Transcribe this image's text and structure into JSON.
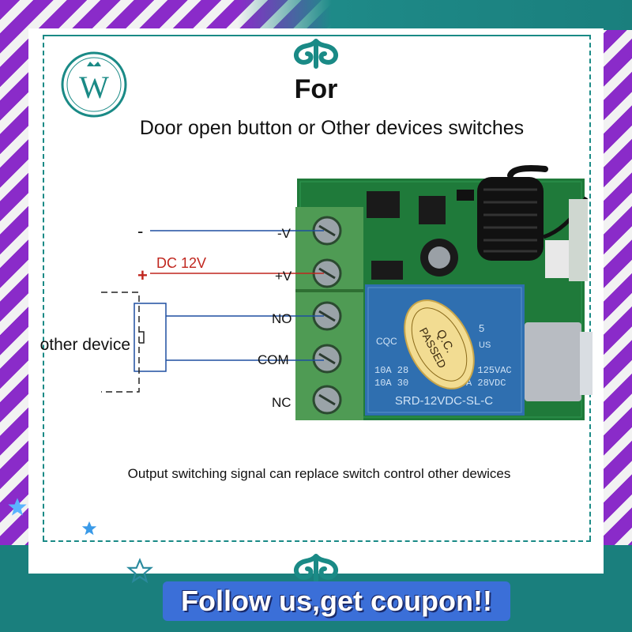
{
  "logo": {
    "letter": "W"
  },
  "heading": {
    "title": "For",
    "subtitle": "Door open button or Other devices switches"
  },
  "wiring": {
    "minus": "-",
    "plus": "+",
    "supply": "DC 12V",
    "terminals": [
      "-V",
      "+V",
      "NO",
      "COM",
      "NC"
    ],
    "device": "other device"
  },
  "relay": {
    "brand": "CQC",
    "approval": "5",
    "approval_suffix": "US",
    "stamp_line1": "Q.C.",
    "stamp_line2": "PASSED",
    "rating_left_1": "10A 28",
    "rating_left_2": "10A 30",
    "rating_right_1": "A 125VAC",
    "rating_right_2": "A 28VDC",
    "model": "SRD-12VDC-SL-C"
  },
  "note": "Output switching signal can replace switch control other dewices",
  "banner": "Follow us,get coupon!!",
  "colors": {
    "teal": "#1a7f7d",
    "purple": "#8a2bc9",
    "pcb": "#1f7a3a",
    "terminal": "#4f9b54",
    "relay": "#2f6fb0",
    "wire_negative": "#1f4fa0",
    "wire_positive": "#c0261e",
    "banner": "#3b6fd8"
  }
}
